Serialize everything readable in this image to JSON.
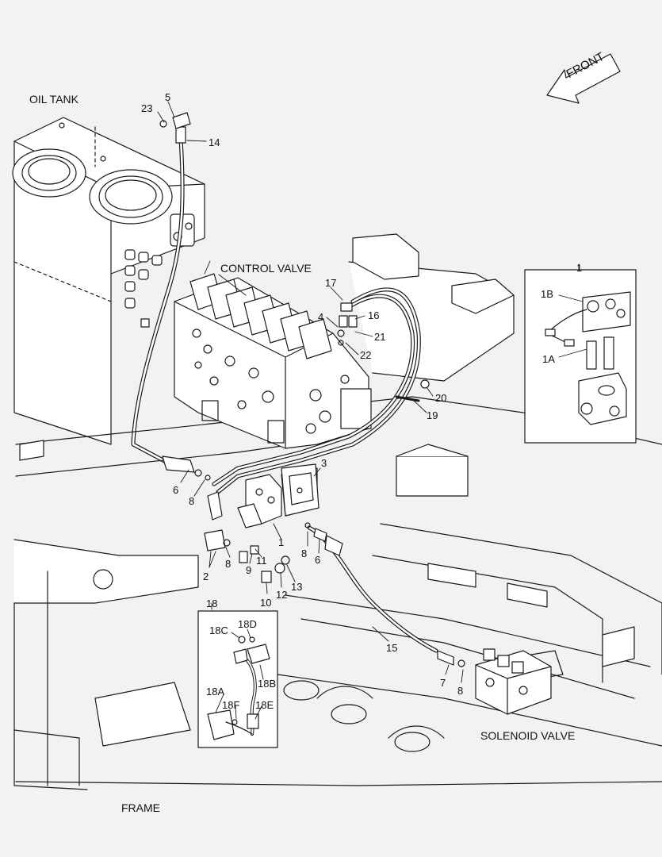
{
  "titles": {
    "oil_tank": "OIL TANK",
    "control_valve": "CONTROL VALVE",
    "solenoid_valve": "SOLENOID VALVE",
    "frame": "FRAME",
    "front": "FRONT"
  },
  "callouts": {
    "c1": "1",
    "c1b": "1",
    "c1A": "1A",
    "c1B": "1B",
    "c2": "2",
    "c3": "3",
    "c4": "4",
    "c5": "5",
    "c6a": "6",
    "c6b": "6",
    "c7": "7",
    "c8a": "8",
    "c8b": "8",
    "c8c": "8",
    "c8d": "8",
    "c9": "9",
    "c10": "10",
    "c11": "11",
    "c12": "12",
    "c13": "13",
    "c14": "14",
    "c15": "15",
    "c16": "16",
    "c17": "17",
    "c18": "18",
    "c18A": "18A",
    "c18B": "18B",
    "c18C": "18C",
    "c18D": "18D",
    "c18E": "18E",
    "c18F": "18F",
    "c19": "19",
    "c20": "20",
    "c21": "21",
    "c22": "22",
    "c23": "23"
  },
  "colors": {
    "line": "#1a1a1a",
    "background": "#f2f2f2",
    "fill": "#ffffff"
  }
}
